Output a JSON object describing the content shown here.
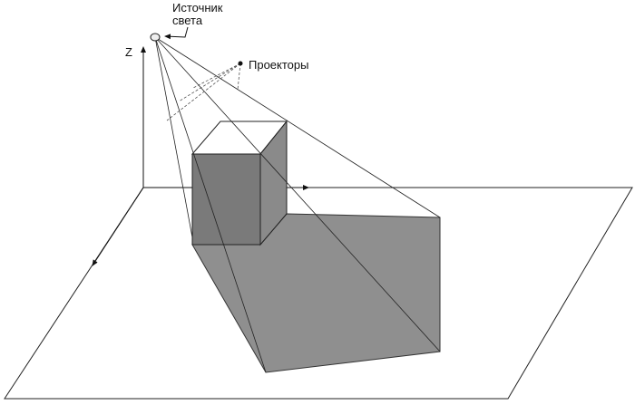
{
  "labels": {
    "light_source_line1": "Источник",
    "light_source_line2": "света",
    "projectors": "Проекторы",
    "z_axis": "Z"
  },
  "colors": {
    "shadow": "#8f8f8f",
    "box_front": "#7a7a7a",
    "box_side": "#8a8a8a",
    "line": "#222222"
  }
}
